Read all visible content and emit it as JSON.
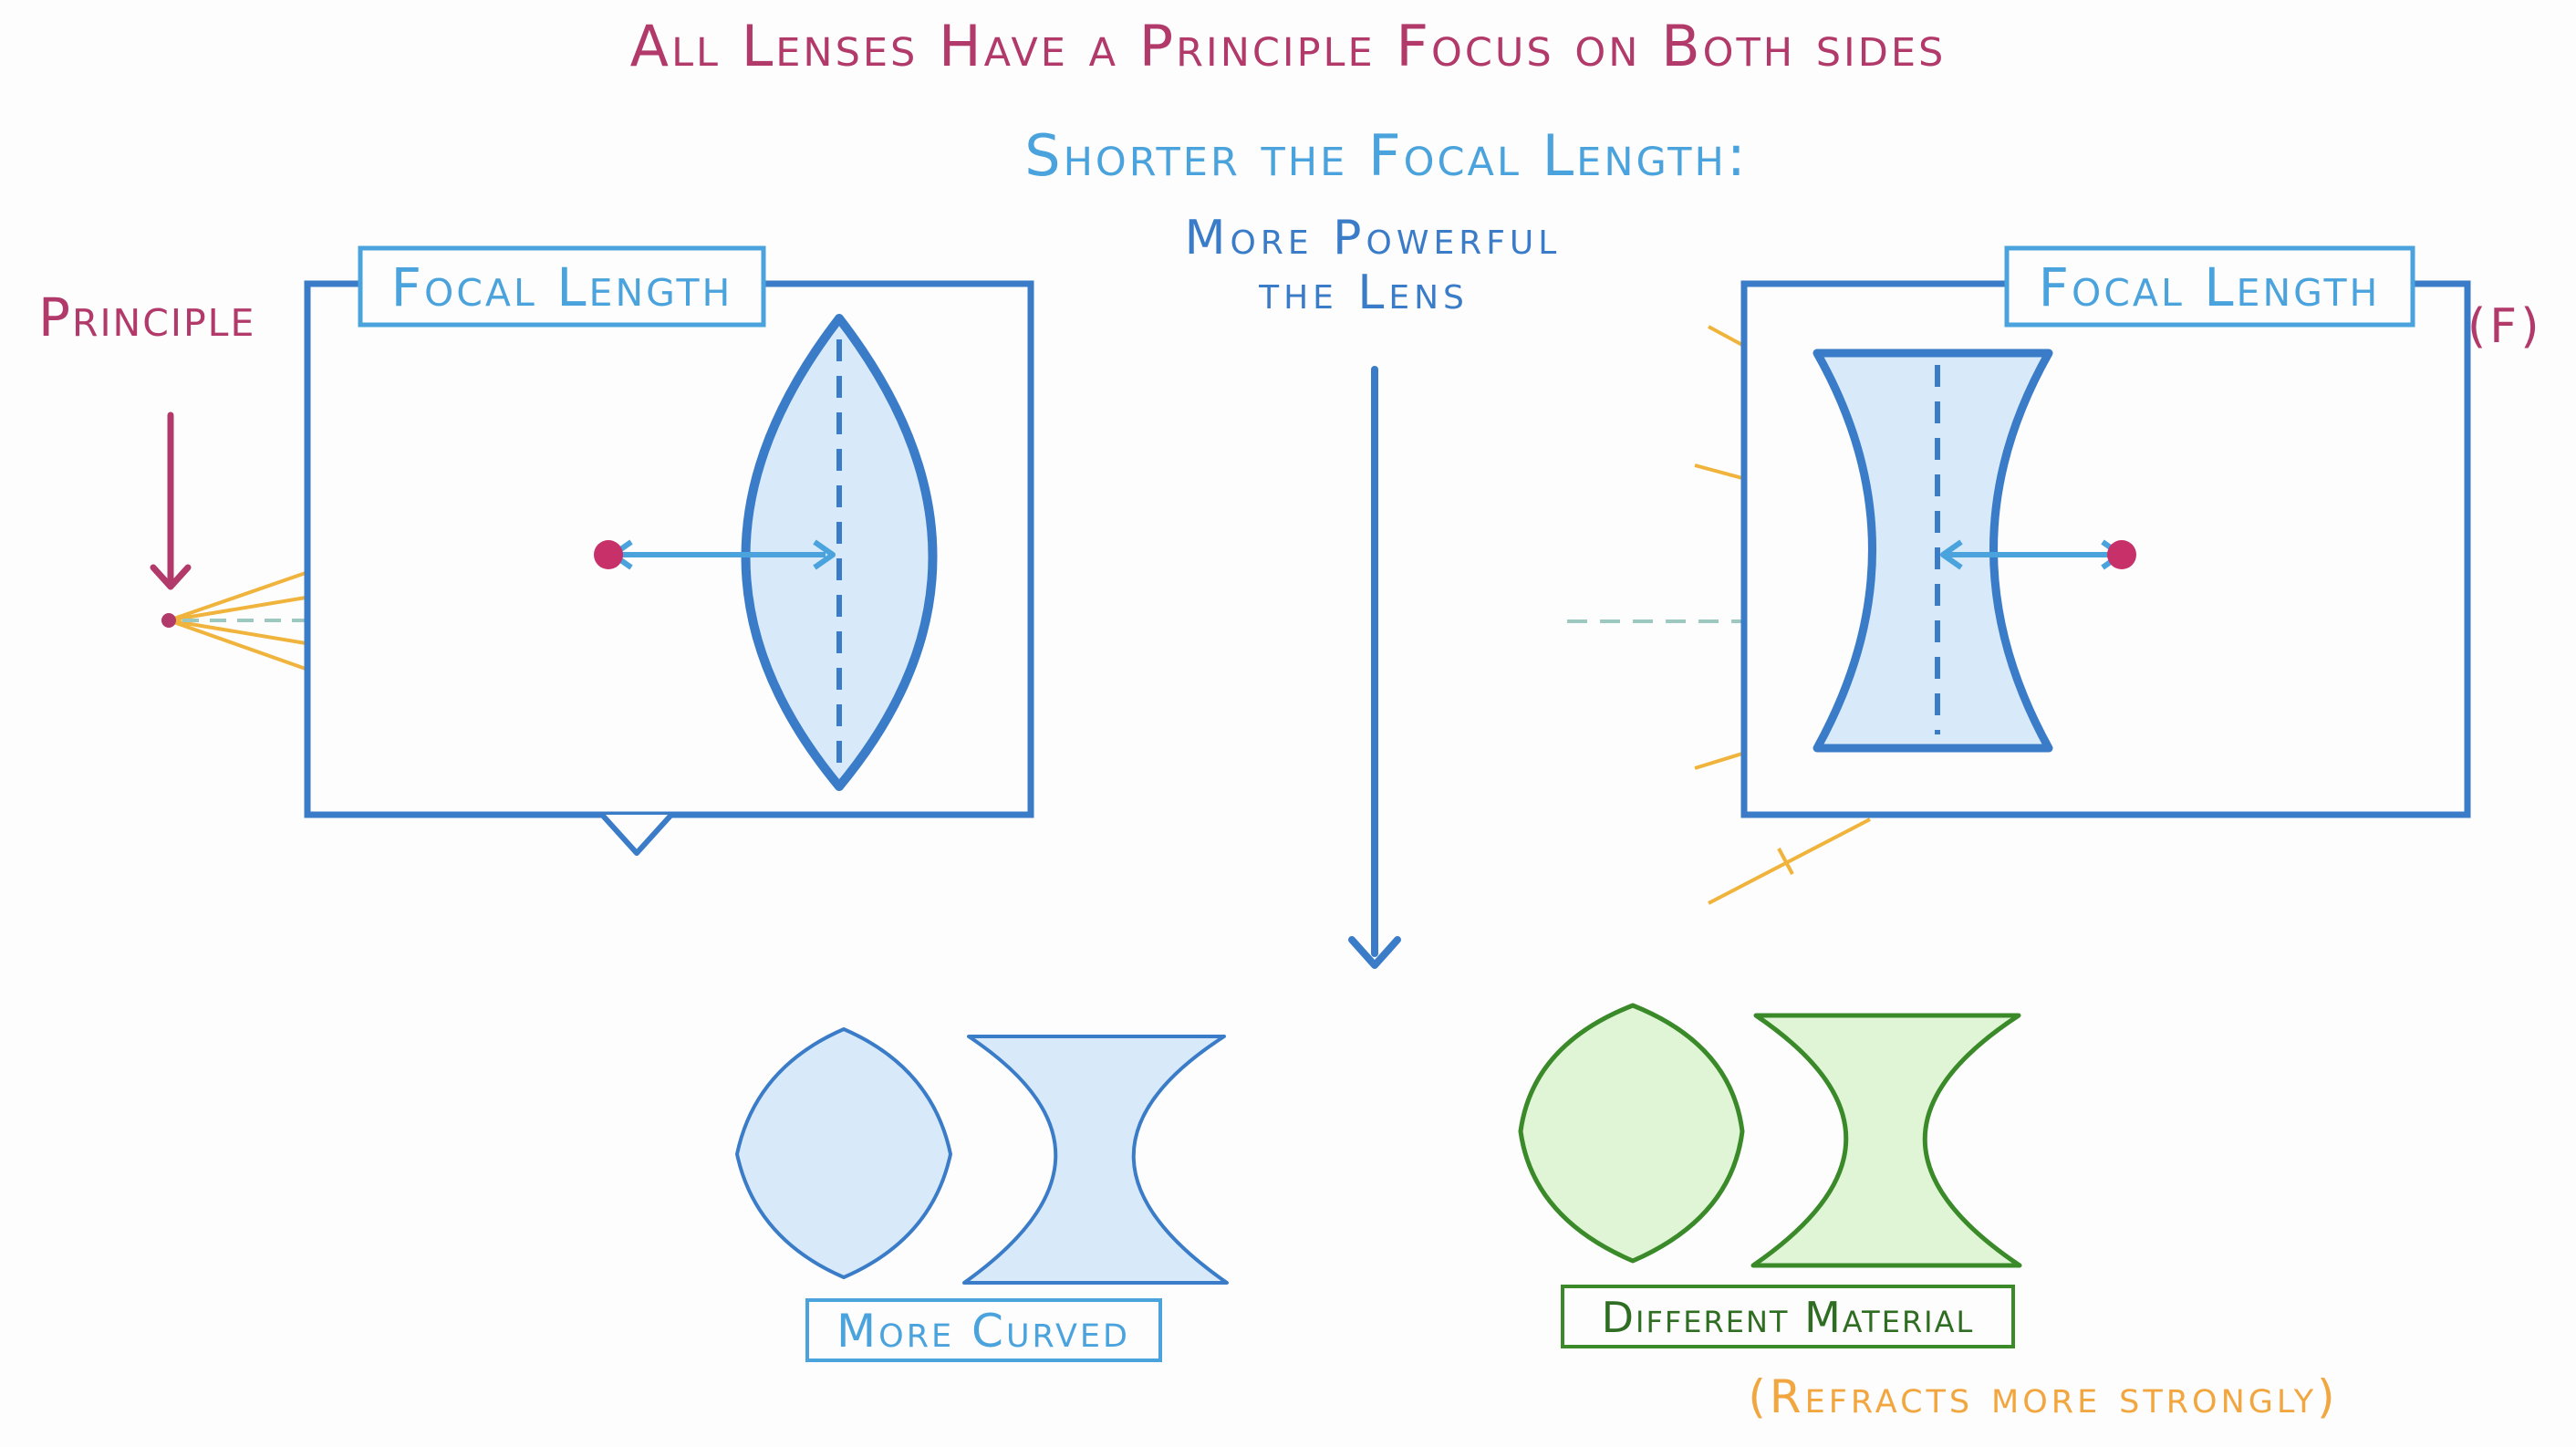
{
  "title": "All Lenses Have a Principle Focus on Both sides",
  "subtitle": "Shorter the Focal Length:",
  "subnote_line1": "More Powerful",
  "subnote_line2": "the Lens",
  "left_panel": {
    "side_label": "Principle",
    "box_label": "Focal Length"
  },
  "right_panel": {
    "box_label": "Focal Length",
    "side_label": "(F)"
  },
  "bottom_left_label": "More Curved",
  "bottom_right_label": "Different Material",
  "bottom_right_note": "(Refracts more strongly)",
  "colors": {
    "title": "#b23a6a",
    "blue": "#3a7cc8",
    "light_blue": "#4aa3dc",
    "lens_fill": "#d8eafa",
    "green": "#3a8a2a",
    "green_fill": "#dff5d6",
    "orange": "#f0b43c",
    "orange_text": "#f2a640",
    "dashed_teal": "#9cc8c0"
  }
}
